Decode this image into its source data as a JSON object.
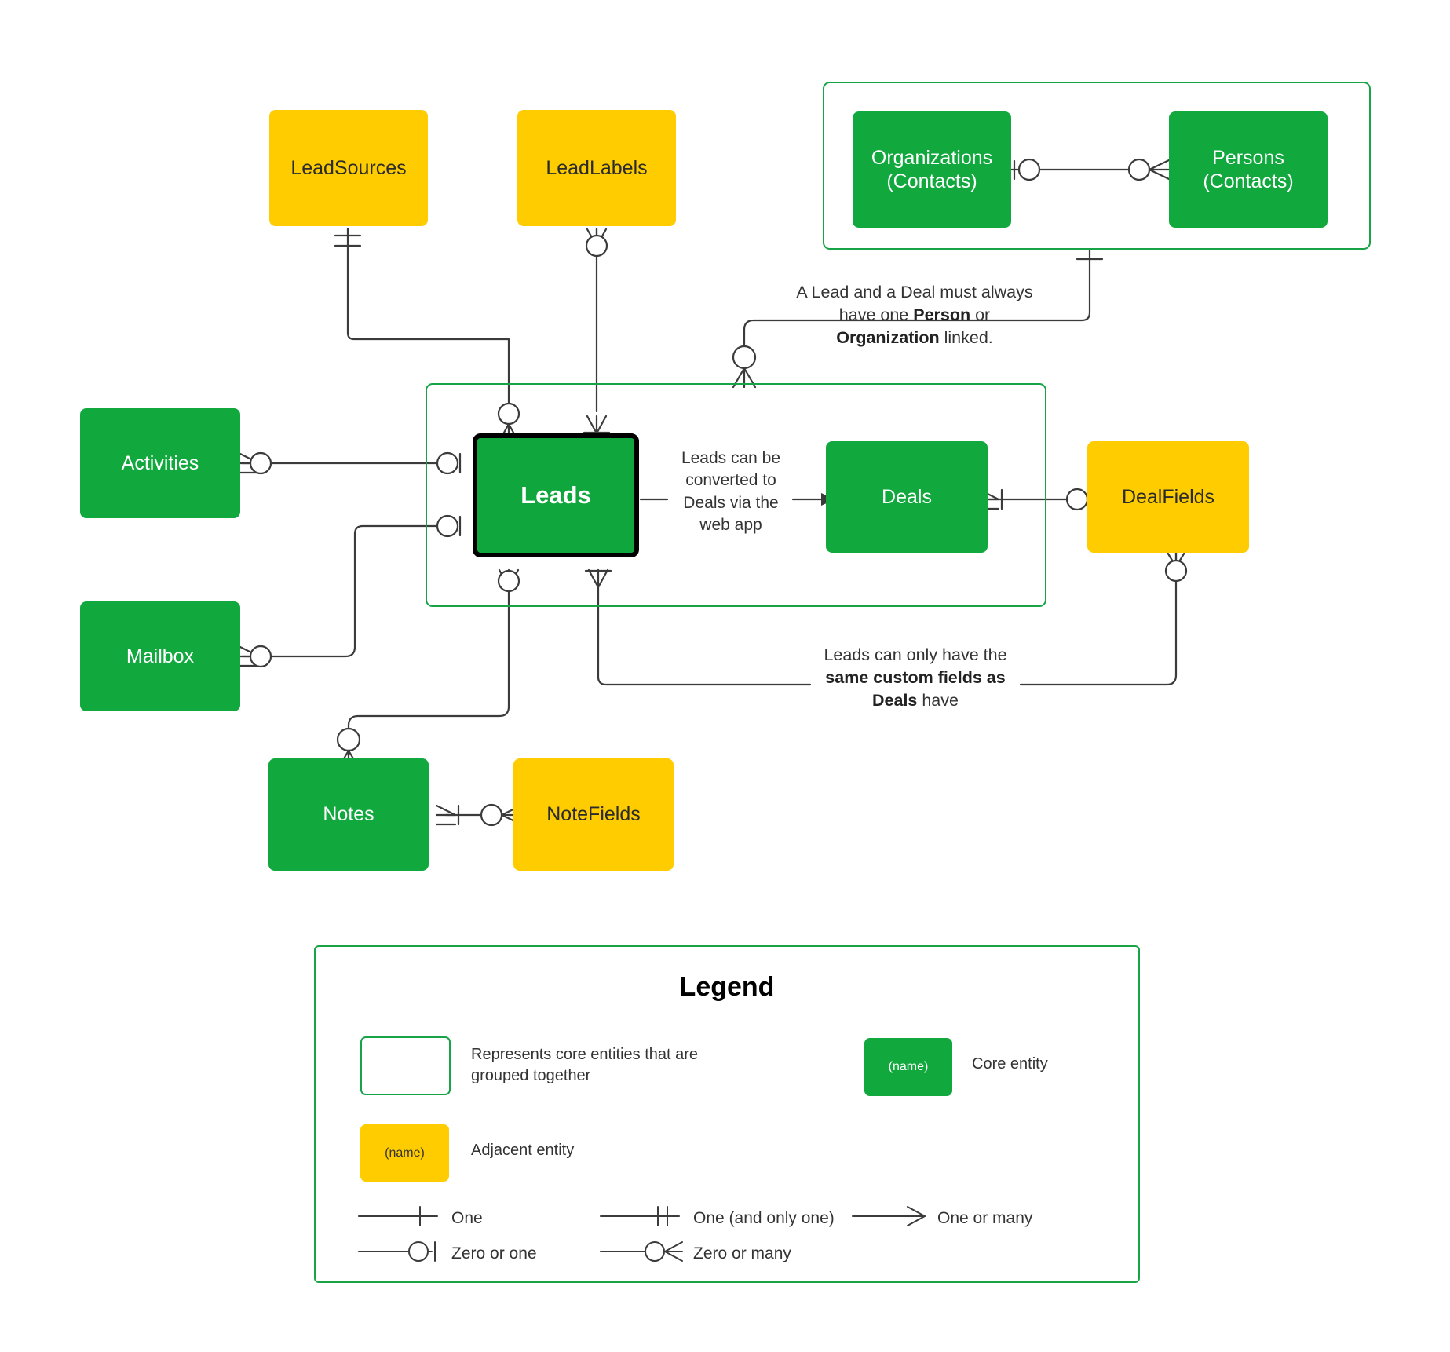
{
  "diagram": {
    "title": "Leads entity relationship diagram",
    "colors": {
      "core_entity": "#11a83e",
      "adjacent_entity": "#ffcc00",
      "group_border": "#19a347",
      "connector": "#3b3b3b",
      "focus_border": "#000000"
    }
  },
  "entities": {
    "lead_sources": {
      "label": "LeadSources",
      "type": "adjacent"
    },
    "lead_labels": {
      "label": "LeadLabels",
      "type": "adjacent"
    },
    "organizations": {
      "label": "Organizations\n(Contacts)",
      "line1": "Organizations",
      "line2": "(Contacts)",
      "type": "core"
    },
    "persons": {
      "label": "Persons\n(Contacts)",
      "line1": "Persons",
      "line2": "(Contacts)",
      "type": "core"
    },
    "activities": {
      "label": "Activities",
      "type": "core"
    },
    "mailbox": {
      "label": "Mailbox",
      "type": "core"
    },
    "leads": {
      "label": "Leads",
      "type": "core-focus"
    },
    "deals": {
      "label": "Deals",
      "type": "core"
    },
    "deal_fields": {
      "label": "DealFields",
      "type": "adjacent"
    },
    "notes": {
      "label": "Notes",
      "type": "core"
    },
    "note_fields": {
      "label": "NoteFields",
      "type": "adjacent"
    }
  },
  "annotations": {
    "contacts_rule": {
      "line1": "A Lead and a Deal must always",
      "line2_pre": "have one ",
      "line2_bold": "Person",
      "line2_post": " or",
      "line3_bold": "Organization",
      "line3_post": " linked."
    },
    "conversion": {
      "line1": "Leads can be",
      "line2": "converted to",
      "line3": "Deals via the",
      "line4": "web app"
    },
    "custom_fields_rule": {
      "line1": "Leads can only have the",
      "line2_bold": "same custom fields as",
      "line3_bold": "Deals",
      "line3_post": " have"
    }
  },
  "legend": {
    "title": "Legend",
    "cards": [
      {
        "swatch": "hollow",
        "swatch_label": "",
        "text_line1": "Represents core entities that are",
        "text_line2": "grouped together"
      },
      {
        "swatch": "green",
        "swatch_label": "(name)",
        "text_line1": "Core entity",
        "text_line2": ""
      },
      {
        "swatch": "yellow",
        "swatch_label": "(name)",
        "text_line1": "Adjacent entity",
        "text_line2": ""
      }
    ],
    "notations": [
      {
        "key": "one",
        "label": "One"
      },
      {
        "key": "one-and-only-one",
        "label": "One (and only one)"
      },
      {
        "key": "one-or-many",
        "label": "One or many"
      },
      {
        "key": "zero-or-one",
        "label": "Zero or one"
      },
      {
        "key": "zero-or-many",
        "label": "Zero or many"
      }
    ]
  }
}
